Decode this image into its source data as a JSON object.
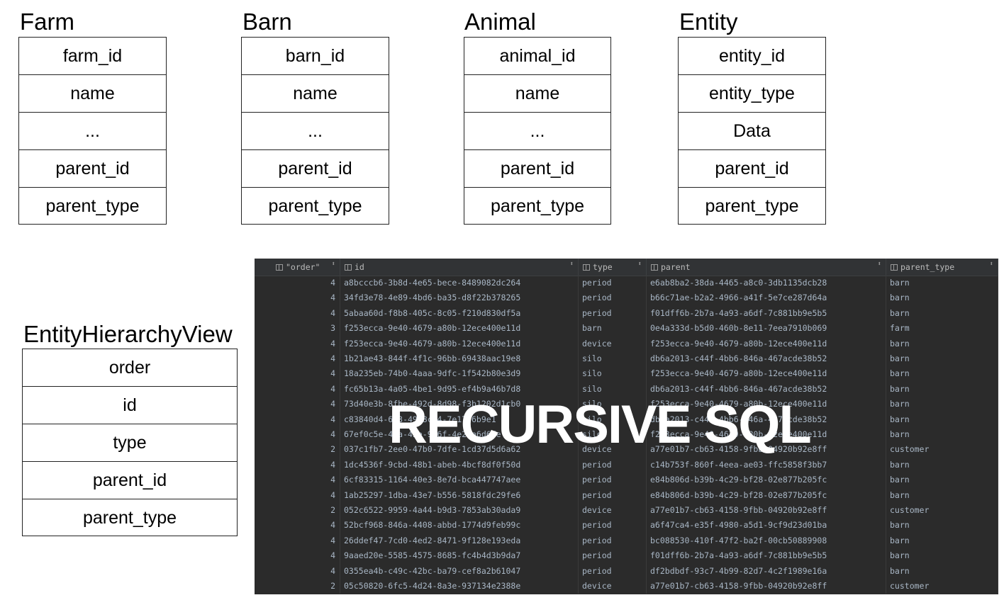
{
  "entities": [
    {
      "title": "Farm",
      "fields": [
        "farm_id",
        "name",
        "...",
        "parent_id",
        "parent_type"
      ]
    },
    {
      "title": "Barn",
      "fields": [
        "barn_id",
        "name",
        "...",
        "parent_id",
        "parent_type"
      ]
    },
    {
      "title": "Animal",
      "fields": [
        "animal_id",
        "name",
        "...",
        "parent_id",
        "parent_type"
      ]
    },
    {
      "title": "Entity",
      "fields": [
        "entity_id",
        "entity_type",
        "Data",
        "parent_id",
        "parent_type"
      ]
    },
    {
      "title": "EntityHierarchyView",
      "fields": [
        "order",
        "id",
        "type",
        "parent_id",
        "parent_type"
      ]
    }
  ],
  "grid": {
    "columns": [
      "\"order\"",
      "id",
      "type",
      "parent",
      "parent_type"
    ],
    "rows": [
      [
        "4",
        "a8bcccb6-3b8d-4e65-bece-8489082dc264",
        "period",
        "e6ab8ba2-38da-4465-a8c0-3db1135dcb28",
        "barn"
      ],
      [
        "4",
        "34fd3e78-4e89-4bd6-ba35-d8f22b378265",
        "period",
        "b66c71ae-b2a2-4966-a41f-5e7ce287d64a",
        "barn"
      ],
      [
        "4",
        "5abaa60d-f8b8-405c-8c05-f210d830df5a",
        "period",
        "f01dff6b-2b7a-4a93-a6df-7c881bb9e5b5",
        "barn"
      ],
      [
        "3",
        "f253ecca-9e40-4679-a80b-12ece400e11d",
        "barn",
        "0e4a333d-b5d0-460b-8e11-7eea7910b069",
        "farm"
      ],
      [
        "4",
        "f253ecca-9e40-4679-a80b-12ece400e11d",
        "device",
        "f253ecca-9e40-4679-a80b-12ece400e11d",
        "barn"
      ],
      [
        "4",
        "1b21ae43-844f-4f1c-96bb-69438aac19e8",
        "silo",
        "db6a2013-c44f-4bb6-846a-467acde38b52",
        "barn"
      ],
      [
        "4",
        "18a235eb-74b0-4aaa-9dfc-1f542b80e3d9",
        "silo",
        "f253ecca-9e40-4679-a80b-12ece400e11d",
        "barn"
      ],
      [
        "4",
        "fc65b13a-4a05-4be1-9d95-ef4b9a46b7d8",
        "silo",
        "db6a2013-c44f-4bb6-846a-467acde38b52",
        "barn"
      ],
      [
        "4",
        "73d40e3b-8fbe-492d-8d98-f3b1202d1cb0",
        "silo",
        "f253ecca-9e40-4679-a80b-12ece400e11d",
        "barn"
      ],
      [
        "4",
        "c83840d4-6c3-49-8c24-7e17f6b9e1",
        "silo",
        "db6a2013-c44f-4bb6-846a-467acde38b52",
        "barn"
      ],
      [
        "4",
        "67ef0c5e-4da-42e-936f-4e2da6d6de",
        "silo",
        "f253ecca-9e40-4679-a80b-12ece400e11d",
        "barn"
      ],
      [
        "2",
        "037c1fb7-2ee0-47b0-7dfe-1cd37d5d6a62",
        "device",
        "a77e01b7-cb63-4158-9fbb-04920b92e8ff",
        "customer"
      ],
      [
        "4",
        "1dc4536f-9cbd-48b1-abeb-4bcf8df0f50d",
        "period",
        "c14b753f-860f-4eea-ae03-ffc5858f3bb7",
        "barn"
      ],
      [
        "4",
        "6cf83315-1164-40e3-8e7d-bca447747aee",
        "period",
        "e84b806d-b39b-4c29-bf28-02e877b205fc",
        "barn"
      ],
      [
        "4",
        "1ab25297-1dba-43e7-b556-5818fdc29fe6",
        "period",
        "e84b806d-b39b-4c29-bf28-02e877b205fc",
        "barn"
      ],
      [
        "2",
        "052c6522-9959-4a44-b9d3-7853ab30ada9",
        "device",
        "a77e01b7-cb63-4158-9fbb-04920b92e8ff",
        "customer"
      ],
      [
        "4",
        "52bcf968-846a-4408-abbd-1774d9feb99c",
        "period",
        "a6f47ca4-e35f-4980-a5d1-9cf9d23d01ba",
        "barn"
      ],
      [
        "4",
        "26ddef47-7cd0-4ed2-8471-9f128e193eda",
        "period",
        "bc088530-410f-47f2-ba2f-00cb50889908",
        "barn"
      ],
      [
        "4",
        "9aaed20e-5585-4575-8685-fc4b4d3b9da7",
        "period",
        "f01dff6b-2b7a-4a93-a6df-7c881bb9e5b5",
        "barn"
      ],
      [
        "4",
        "0355ea4b-c49c-42bc-ba79-cef8a2b61047",
        "period",
        "df2bdbdf-93c7-4b99-82d7-4c2f1989e16a",
        "barn"
      ],
      [
        "2",
        "05c50820-6fc5-4d24-8a3e-937134e2388e",
        "device",
        "a77e01b7-cb63-4158-9fbb-04920b92e8ff",
        "customer"
      ]
    ]
  },
  "overlay_text": "RECURSIVE SQL"
}
